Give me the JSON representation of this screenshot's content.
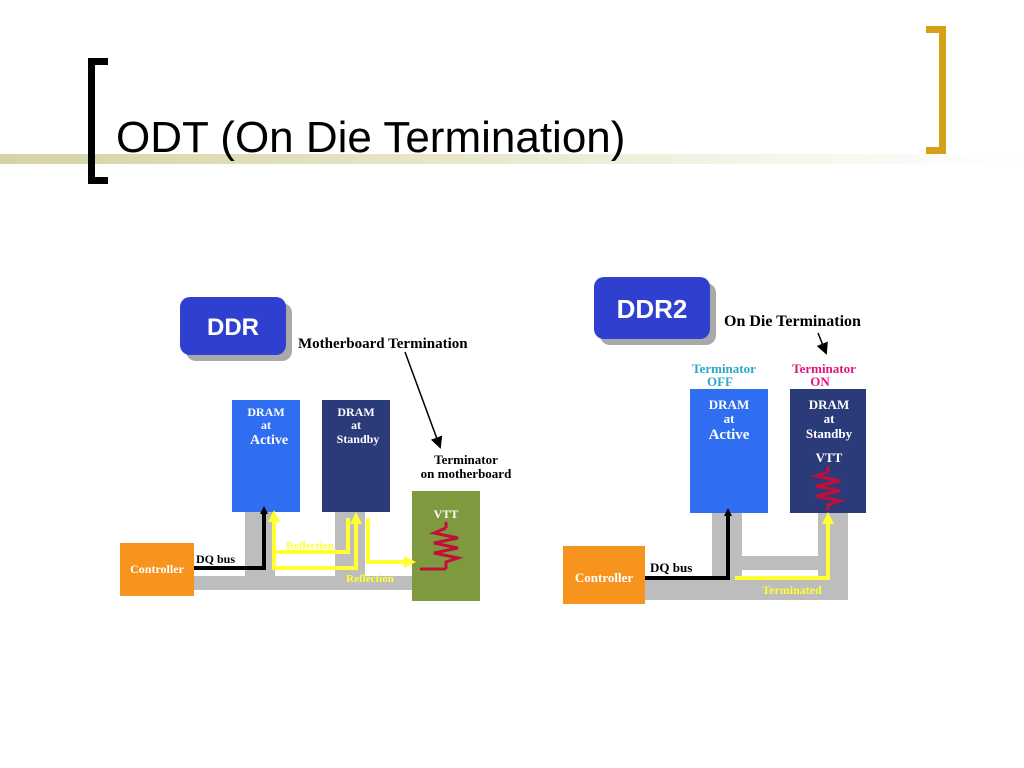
{
  "slide": {
    "title": "ODT (On Die Termination)"
  },
  "ddr": {
    "badge": "DDR",
    "caption": "Motherboard Termination",
    "dram_active": [
      "DRAM",
      "at",
      "Active"
    ],
    "dram_standby": [
      "DRAM",
      "at",
      "Standby"
    ],
    "terminator_note": [
      "Terminator",
      "on motherboard"
    ],
    "vtt": "VTT",
    "controller": "Controller",
    "bus": "DQ bus",
    "reflection_1": "Reflection",
    "reflection_2": "Reflection"
  },
  "ddr2": {
    "badge": "DDR2",
    "caption": "On Die Termination",
    "status_off": [
      "Terminator",
      "OFF"
    ],
    "status_on": [
      "Terminator",
      "ON"
    ],
    "dram_active": [
      "DRAM",
      "at",
      "Active"
    ],
    "dram_standby": [
      "DRAM",
      "at",
      "Standby"
    ],
    "vtt": "VTT",
    "controller": "Controller",
    "bus": "DQ bus",
    "terminated": "Terminated"
  },
  "colors": {
    "badge_blue": "#2f3fcf",
    "dram_active": "#2f6ef0",
    "dram_standby": "#2b3b7a",
    "controller": "#f7941d",
    "terminator_box": "#7f9a3e",
    "bus_gray": "#bdbdbd",
    "signal_yellow": "#ffff33",
    "resistor_red": "#c0103a",
    "status_off": "#2aa7c9",
    "status_on": "#e0157a",
    "bracket_gold": "#d4a017"
  }
}
